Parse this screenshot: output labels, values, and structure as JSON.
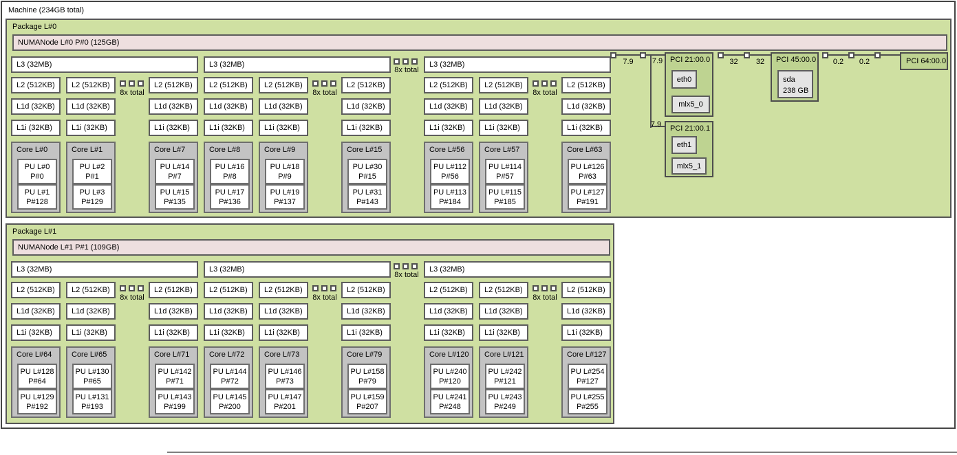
{
  "machine": {
    "label": "Machine (234GB total)"
  },
  "labels": {
    "l3": "L3 (32MB)",
    "l2": "L2 (512KB)",
    "l1d": "L1d (32KB)",
    "l1i": "L1i (32KB)",
    "ellipsis": "8x total"
  },
  "colors": {
    "package_bg": "#cfe0a2",
    "numanode_bg": "#eedfdf",
    "core_bg": "#c3c3c3",
    "pci_bg": "#bed391",
    "device_bg": "#e4e4e4"
  },
  "packages": [
    {
      "label": "Package L#0",
      "numanode": {
        "label": "NUMANode L#0 P#0 (125GB)"
      },
      "groups": [
        {
          "cores": [
            {
              "title": "Core L#0",
              "pus": [
                {
                  "l": "PU L#0",
                  "p": "P#0"
                },
                {
                  "l": "PU L#1",
                  "p": "P#128"
                }
              ]
            },
            {
              "title": "Core L#1",
              "pus": [
                {
                  "l": "PU L#2",
                  "p": "P#1"
                },
                {
                  "l": "PU L#3",
                  "p": "P#129"
                }
              ]
            },
            {
              "title": "Core L#7",
              "pus": [
                {
                  "l": "PU L#14",
                  "p": "P#7"
                },
                {
                  "l": "PU L#15",
                  "p": "P#135"
                }
              ]
            }
          ]
        },
        {
          "cores": [
            {
              "title": "Core L#8",
              "pus": [
                {
                  "l": "PU L#16",
                  "p": "P#8"
                },
                {
                  "l": "PU L#17",
                  "p": "P#136"
                }
              ]
            },
            {
              "title": "Core L#9",
              "pus": [
                {
                  "l": "PU L#18",
                  "p": "P#9"
                },
                {
                  "l": "PU L#19",
                  "p": "P#137"
                }
              ]
            },
            {
              "title": "Core L#15",
              "pus": [
                {
                  "l": "PU L#30",
                  "p": "P#15"
                },
                {
                  "l": "PU L#31",
                  "p": "P#143"
                }
              ]
            }
          ]
        },
        {
          "cores": [
            {
              "title": "Core L#56",
              "pus": [
                {
                  "l": "PU L#112",
                  "p": "P#56"
                },
                {
                  "l": "PU L#113",
                  "p": "P#184"
                }
              ]
            },
            {
              "title": "Core L#57",
              "pus": [
                {
                  "l": "PU L#114",
                  "p": "P#57"
                },
                {
                  "l": "PU L#115",
                  "p": "P#185"
                }
              ]
            },
            {
              "title": "Core L#63",
              "pus": [
                {
                  "l": "PU L#126",
                  "p": "P#63"
                },
                {
                  "l": "PU L#127",
                  "p": "P#191"
                }
              ]
            }
          ]
        }
      ]
    },
    {
      "label": "Package L#1",
      "numanode": {
        "label": "NUMANode L#1 P#1 (109GB)"
      },
      "groups": [
        {
          "cores": [
            {
              "title": "Core L#64",
              "pus": [
                {
                  "l": "PU L#128",
                  "p": "P#64"
                },
                {
                  "l": "PU L#129",
                  "p": "P#192"
                }
              ]
            },
            {
              "title": "Core L#65",
              "pus": [
                {
                  "l": "PU L#130",
                  "p": "P#65"
                },
                {
                  "l": "PU L#131",
                  "p": "P#193"
                }
              ]
            },
            {
              "title": "Core L#71",
              "pus": [
                {
                  "l": "PU L#142",
                  "p": "P#71"
                },
                {
                  "l": "PU L#143",
                  "p": "P#199"
                }
              ]
            }
          ]
        },
        {
          "cores": [
            {
              "title": "Core L#72",
              "pus": [
                {
                  "l": "PU L#144",
                  "p": "P#72"
                },
                {
                  "l": "PU L#145",
                  "p": "P#200"
                }
              ]
            },
            {
              "title": "Core L#73",
              "pus": [
                {
                  "l": "PU L#146",
                  "p": "P#73"
                },
                {
                  "l": "PU L#147",
                  "p": "P#201"
                }
              ]
            },
            {
              "title": "Core L#79",
              "pus": [
                {
                  "l": "PU L#158",
                  "p": "P#79"
                },
                {
                  "l": "PU L#159",
                  "p": "P#207"
                }
              ]
            }
          ]
        },
        {
          "cores": [
            {
              "title": "Core L#120",
              "pus": [
                {
                  "l": "PU L#240",
                  "p": "P#120"
                },
                {
                  "l": "PU L#241",
                  "p": "P#248"
                }
              ]
            },
            {
              "title": "Core L#121",
              "pus": [
                {
                  "l": "PU L#242",
                  "p": "P#121"
                },
                {
                  "l": "PU L#243",
                  "p": "P#249"
                }
              ]
            },
            {
              "title": "Core L#127",
              "pus": [
                {
                  "l": "PU L#254",
                  "p": "P#127"
                },
                {
                  "l": "PU L#255",
                  "p": "P#255"
                }
              ]
            }
          ]
        }
      ]
    }
  ],
  "pci": {
    "groups": [
      {
        "speeds": [
          "7.9",
          "7.9"
        ],
        "bridge": {
          "label": "PCI 21:00.0",
          "devices": [
            {
              "name": "eth0"
            },
            {
              "name": "mlx5_0"
            }
          ]
        },
        "secondary": {
          "speed": "7.9",
          "bridge": {
            "label": "PCI 21:00.1",
            "devices": [
              {
                "name": "eth1"
              },
              {
                "name": "mlx5_1"
              }
            ]
          }
        }
      },
      {
        "speeds": [
          "32",
          "32"
        ],
        "bridge": {
          "label": "PCI 45:00.0",
          "block": {
            "name": "sda",
            "size": "238 GB"
          }
        }
      },
      {
        "speeds": [
          "0.2",
          "0.2"
        ],
        "bridge": {
          "label": "PCI 64:00.0"
        }
      }
    ]
  }
}
